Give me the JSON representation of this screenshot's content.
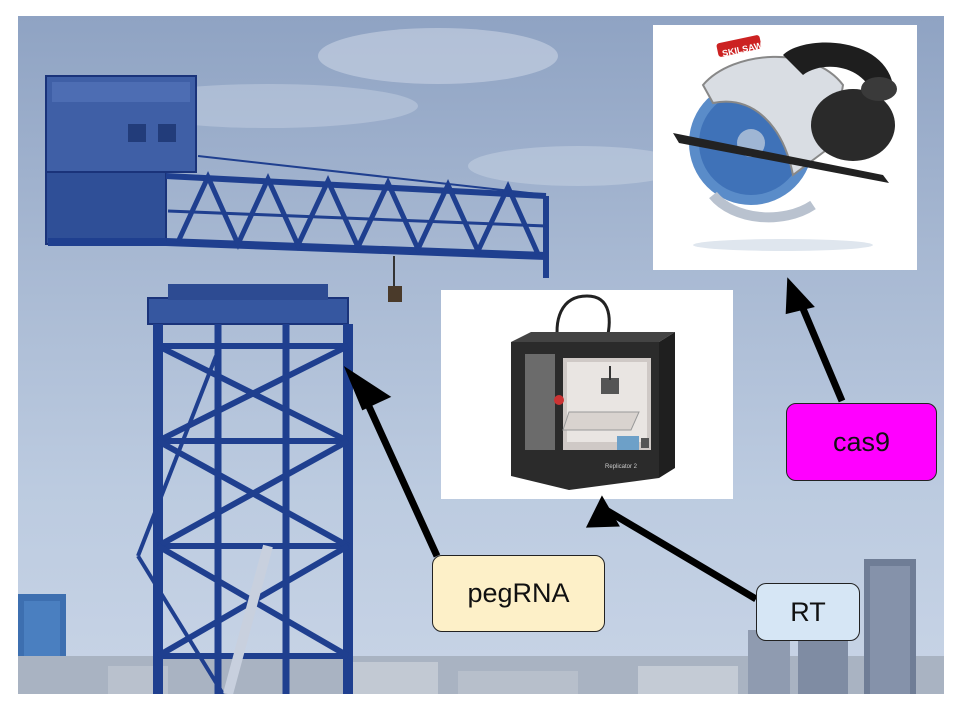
{
  "labels": {
    "pegrna": "pegRNA",
    "rt": "RT",
    "cas9": "cas9"
  },
  "printer_photo": {
    "front_panel_text": "Replicator 2"
  },
  "saw_photo": {
    "brand_text": "SKILSAW"
  },
  "colors": {
    "pegrna_fill": "#fdf0c8",
    "rt_fill": "#d6e6f5",
    "cas9_fill": "#ff00ff",
    "crane_blue": "#1f3f8f",
    "arrow": "#000000"
  }
}
